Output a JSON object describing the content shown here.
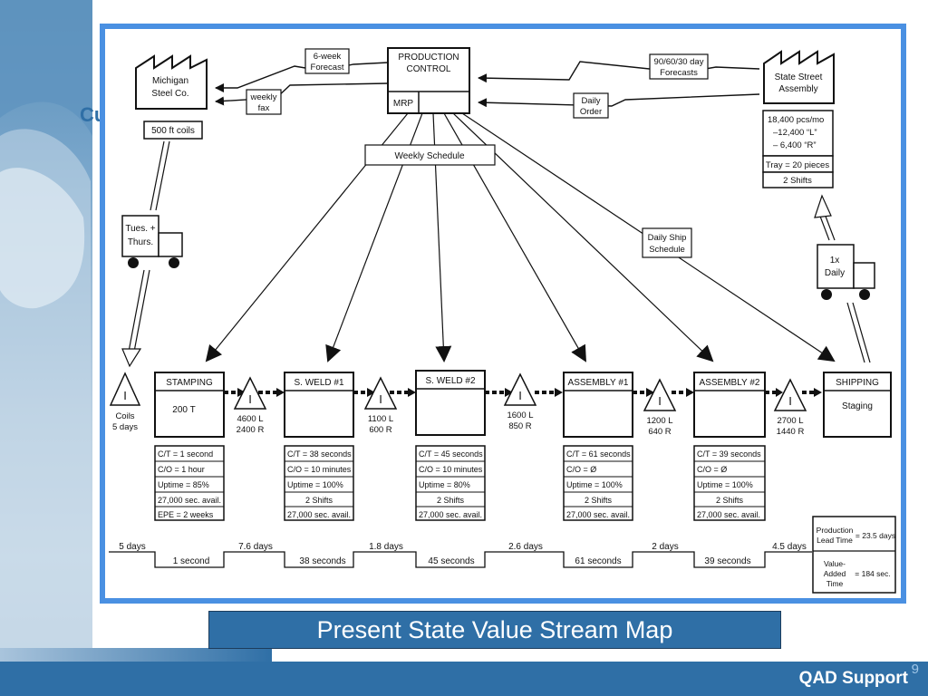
{
  "slide": {
    "caption": "Present State Value Stream Map",
    "footer_brand": "QAD Support",
    "page_number": "9",
    "partial_text": "Cu"
  },
  "vsm": {
    "supplier": {
      "name_line1": "Michigan",
      "name_line2": "Steel Co.",
      "material": "500 ft coils"
    },
    "customer": {
      "name_line1": "State Street",
      "name_line2": "Assembly",
      "demand": [
        "18,400 pcs/mo",
        "–12,400 “L”",
        "– 6,400 “R”"
      ],
      "tray": "Tray = 20 pieces",
      "shifts": "2 Shifts"
    },
    "production_control": {
      "title_line1": "PRODUCTION",
      "title_line2": "CONTROL",
      "mrp": "MRP"
    },
    "info_flows": {
      "forecast_6week": [
        "6-week",
        "Forecast"
      ],
      "weekly_fax": [
        "weekly",
        "fax"
      ],
      "forecasts_90": [
        "90/60/30 day",
        "Forecasts"
      ],
      "daily_order": [
        "Daily",
        "Order"
      ],
      "weekly_schedule": "Weekly Schedule",
      "daily_ship": [
        "Daily Ship",
        "Schedule"
      ]
    },
    "trucks": {
      "inbound": [
        "Tues. +",
        "Thurs."
      ],
      "outbound": [
        "1x",
        "Daily"
      ]
    },
    "inventory": [
      {
        "label": "I",
        "lines": [
          "Coils",
          "5 days"
        ]
      },
      {
        "label": "I",
        "lines": [
          "4600 L",
          "2400 R"
        ]
      },
      {
        "label": "I",
        "lines": [
          "1100 L",
          "600 R"
        ]
      },
      {
        "label": "I",
        "lines": [
          "1600 L",
          "850 R"
        ]
      },
      {
        "label": "I",
        "lines": [
          "1200 L",
          "640 R"
        ]
      },
      {
        "label": "I",
        "lines": [
          "2700 L",
          "1440 R"
        ]
      }
    ],
    "processes": [
      {
        "name": "STAMPING",
        "inner": "200 T",
        "data": [
          "C/T = 1 second",
          "C/O = 1 hour",
          "Uptime = 85%",
          "27,000 sec. avail.",
          "EPE = 2 weeks"
        ]
      },
      {
        "name": "S. WELD #1",
        "inner": "",
        "data": [
          "C/T = 38 seconds",
          "C/O = 10 minutes",
          "Uptime = 100%",
          "2 Shifts",
          "27,000 sec. avail."
        ]
      },
      {
        "name": "S. WELD #2",
        "inner": "",
        "data": [
          "C/T = 45 seconds",
          "C/O = 10 minutes",
          "Uptime = 80%",
          "2 Shifts",
          "27,000 sec. avail."
        ]
      },
      {
        "name": "ASSEMBLY #1",
        "inner": "",
        "data": [
          "C/T = 61 seconds",
          "C/O = Ø",
          "Uptime = 100%",
          "2 Shifts",
          "27,000 sec. avail."
        ]
      },
      {
        "name": "ASSEMBLY #2",
        "inner": "",
        "data": [
          "C/T = 39 seconds",
          "C/O = Ø",
          "Uptime = 100%",
          "2 Shifts",
          "27,000 sec. avail."
        ]
      }
    ],
    "shipping": {
      "name": "SHIPPING",
      "inner": "Staging"
    },
    "timeline": {
      "days": [
        "5 days",
        "7.6 days",
        "1.8 days",
        "2.6 days",
        "2 days",
        "4.5 days"
      ],
      "seconds": [
        "1 second",
        "38 seconds",
        "45 seconds",
        "61 seconds",
        "39 seconds"
      ]
    },
    "summary": {
      "lead_label": [
        "Production",
        "Lead Time"
      ],
      "lead_value": "= 23.5 days",
      "va_label": [
        "Value-",
        "Added",
        "Time"
      ],
      "va_value": "= 184 sec."
    }
  }
}
